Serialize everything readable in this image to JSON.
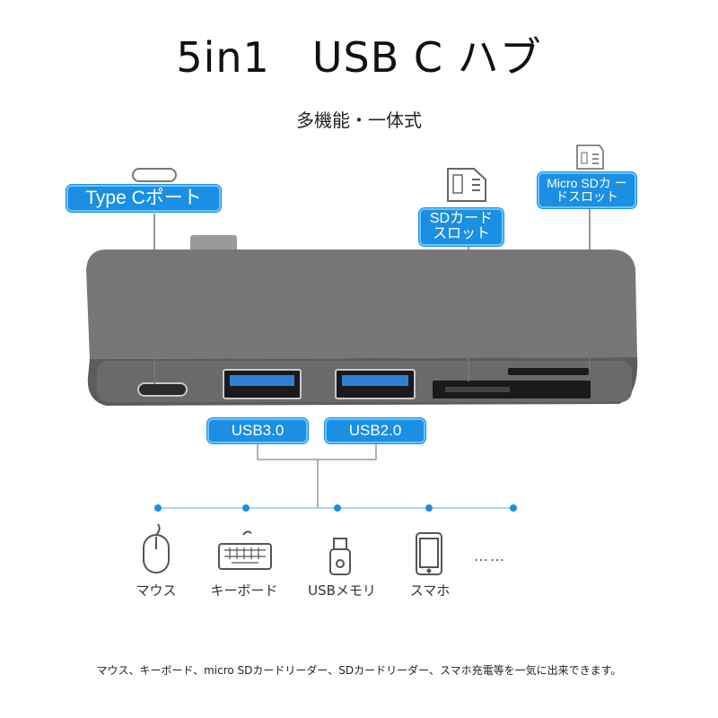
{
  "header": {
    "title": "5in1　USB C ハブ",
    "subtitle": "多機能・一体式"
  },
  "ports": {
    "type_c_label": "Type Cポート",
    "sd_label": "SDカード スロット",
    "micro_sd_label": "Micro SDカ ードスロット",
    "usb3_label": "USB3.0",
    "usb2_label": "USB2.0"
  },
  "devices": [
    {
      "label": "マウス",
      "icon": "mouse-icon"
    },
    {
      "label": "キーボード",
      "icon": "keyboard-icon"
    },
    {
      "label": "USBメモリ",
      "icon": "usb-memory-icon"
    },
    {
      "label": "スマホ",
      "icon": "smartphone-icon"
    }
  ],
  "more_devices": "……",
  "footer": "マウス、キーボード、micro SDカードリーダー、SDカードリーダー、スマホ充電等を一気に出来できます。",
  "colors": {
    "label_blue": "#1a8fe3",
    "hub_gray": "#6f6f72",
    "usb_port_blue": "#2f7fd6",
    "connector_line": "#8a8a8a",
    "dot_blue": "#1a8fe3"
  }
}
